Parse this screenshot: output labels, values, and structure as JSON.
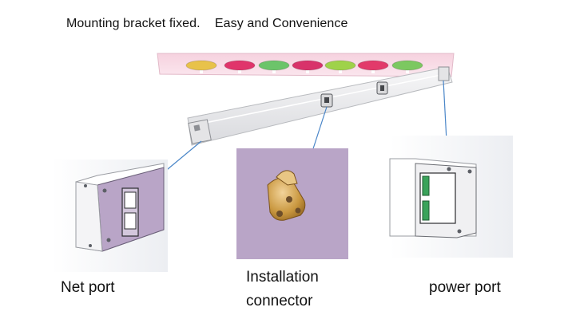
{
  "headline": "Mounting bracket fixed.    Easy and Convenience",
  "callouts": [
    {
      "id": "net",
      "label": "Net port"
    },
    {
      "id": "installation",
      "label_line1": "Installation",
      "label_line2": "connector"
    },
    {
      "id": "power",
      "label": "power port"
    }
  ],
  "colors": {
    "panel_purple": "#b9a5c7",
    "arrow_blue": "#4a86c8",
    "bracket_gold": "#c9973f",
    "port_green": "#3aa35a"
  },
  "led_colors": [
    "#e8c24a",
    "#e0346b",
    "#6cc46a",
    "#d8336a",
    "#9fd24a",
    "#e23a6a",
    "#7cc860"
  ]
}
